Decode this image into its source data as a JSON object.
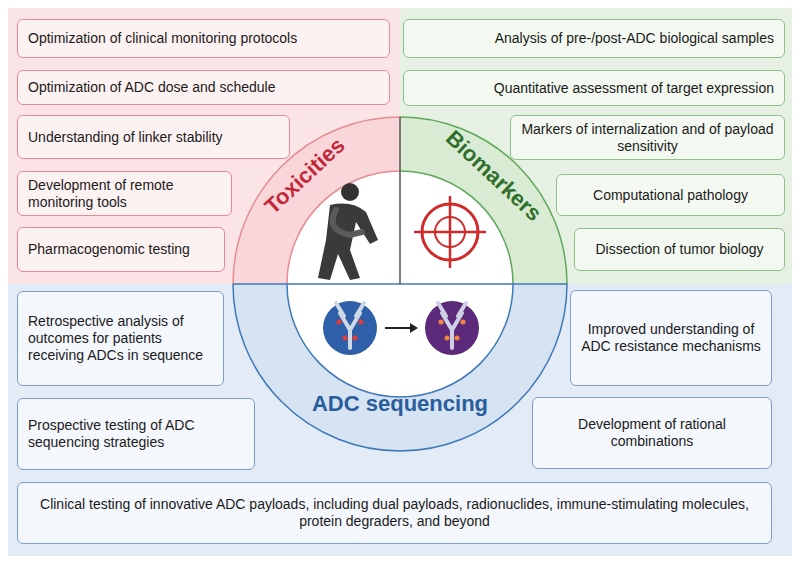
{
  "diagram": {
    "nodes": [
      {
        "text": [
          "Optimization of clinical monitoring protocols"
        ]
      },
      {
        "text": [
          "Analysis of pre-/post-ADC biological samples"
        ]
      },
      {
        "text": [
          "Optimization of ADC dose and schedule"
        ]
      },
      {
        "text": [
          "Quantitative assessment of target expression"
        ]
      },
      {
        "text": [
          "Understanding of linker stability"
        ]
      },
      {
        "text": [
          "Markers of internalization and of payload sensitivity"
        ]
      },
      {
        "text": [
          "Development of remote monitoring tools"
        ]
      },
      {
        "text": [
          "Computational pathology"
        ]
      },
      {
        "text": [
          "Pharmacogenomic testing"
        ]
      },
      {
        "text": [
          "Dissection of tumor biology"
        ]
      },
      {
        "text": [
          "Retrospective analysis of outcomes for patients receiving ADCs in sequence"
        ]
      },
      {
        "text": [
          "Improved understanding of ADC resistance mechanisms"
        ]
      },
      {
        "text": [
          "Prospective testing of ADC sequencing strategies"
        ]
      },
      {
        "text": [
          "Development of rational combinations"
        ]
      },
      {
        "text": [
          "Clinical testing of innovative ADC payloads, including dual payloads, radionuclides, immune-stimulating molecules, protein degraders, and beyond"
        ]
      }
    ],
    "labels": [
      "Toxicities",
      "Biomarkers",
      "ADC sequencing"
    ]
  }
}
